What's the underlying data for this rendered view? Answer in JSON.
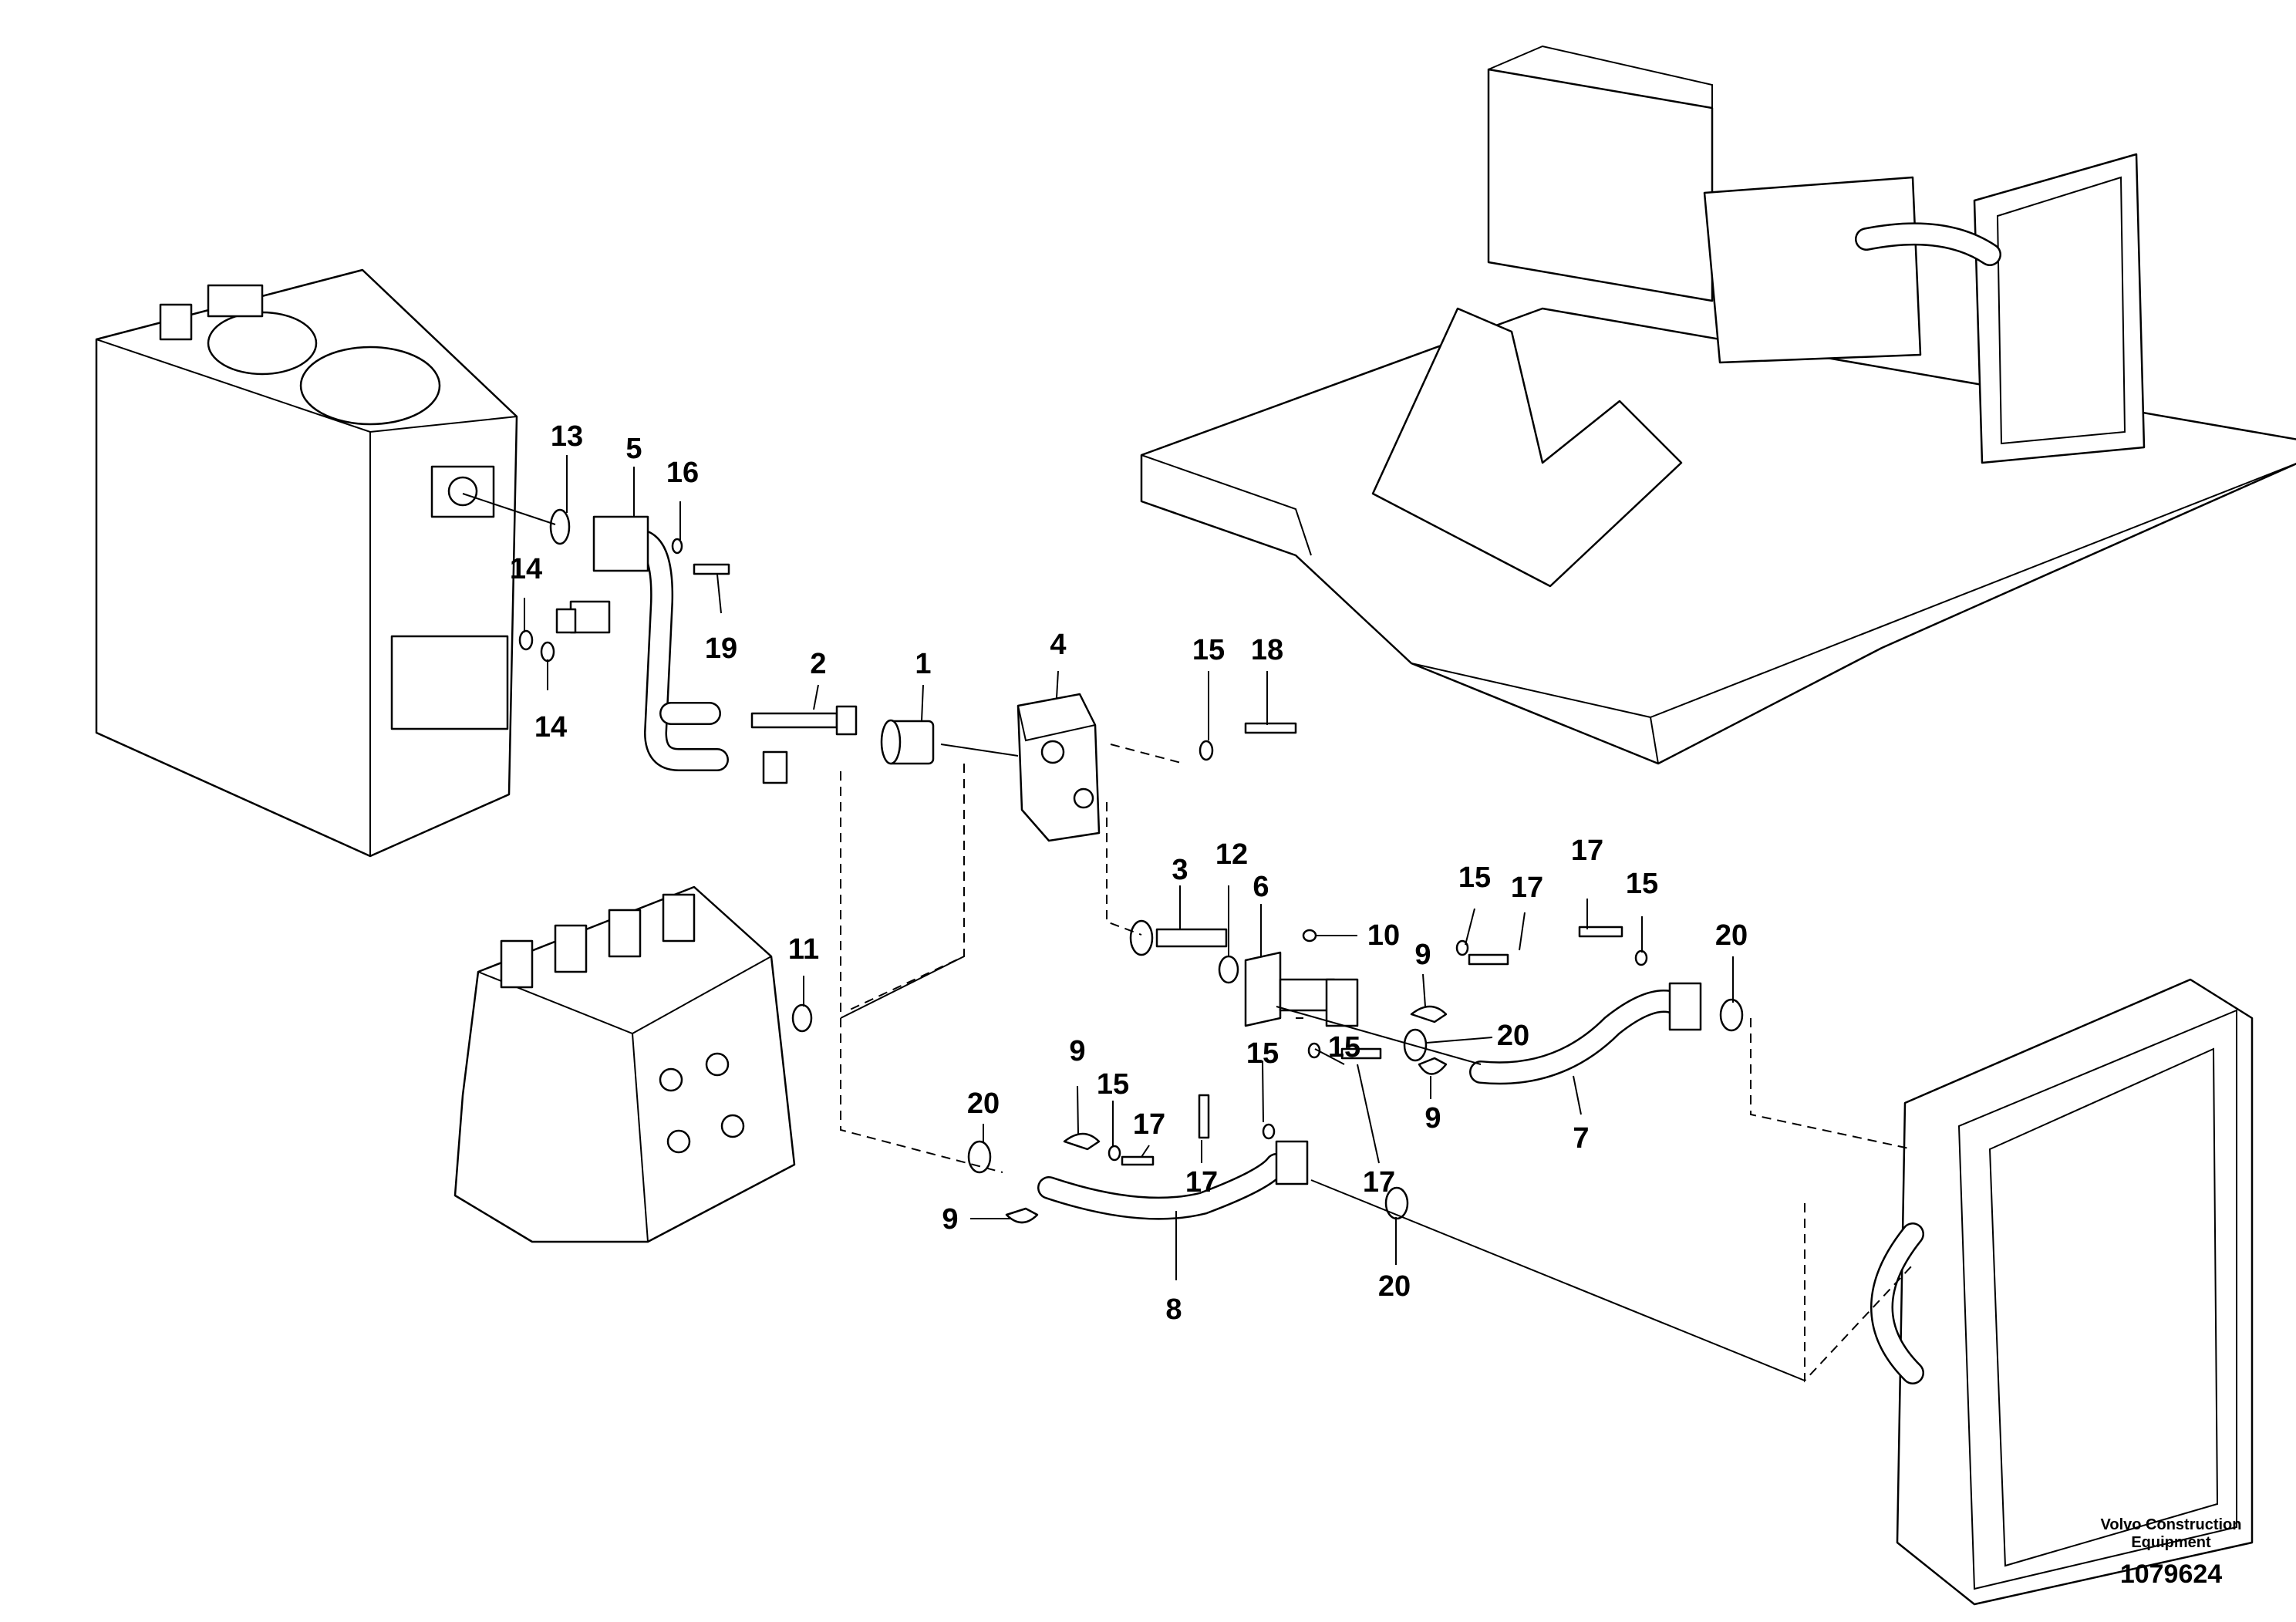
{
  "callouts": [
    "1",
    "2",
    "3",
    "4",
    "5",
    "6",
    "7",
    "8",
    "9",
    "10",
    "11",
    "12",
    "13",
    "14",
    "15",
    "16",
    "17",
    "18",
    "19",
    "20"
  ],
  "footer": {
    "company_line1": "Volvo Construction",
    "company_line2": "Equipment",
    "drawing_number": "1079624"
  }
}
